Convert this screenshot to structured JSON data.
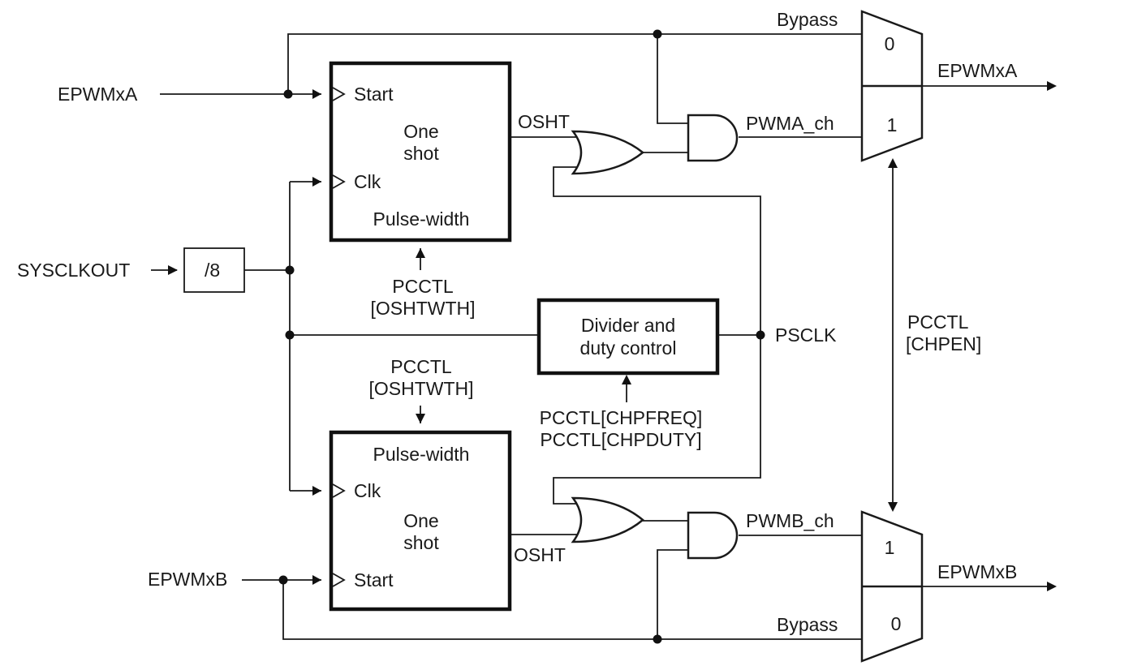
{
  "labels": {
    "epwmxa_in": "EPWMxA",
    "epwmxb_in": "EPWMxB",
    "sysclkout": "SYSCLKOUT",
    "div8": "/8",
    "start": "Start",
    "clk": "Clk",
    "one": "One",
    "shot": "shot",
    "pulse_width": "Pulse-width",
    "pcctl": "PCCTL",
    "oshtwth": "[OSHTWTH]",
    "osht": "OSHT",
    "divider_l1": "Divider and",
    "divider_l2": "duty control",
    "chpfreq": "PCCTL[CHPFREQ]",
    "chpduty": "PCCTL[CHPDUTY]",
    "psclk": "PSCLK",
    "pwma_ch": "PWMA_ch",
    "pwmb_ch": "PWMB_ch",
    "bypass": "Bypass",
    "mux_0": "0",
    "mux_1": "1",
    "epwmxa_out": "EPWMxA",
    "epwmxb_out": "EPWMxB",
    "chpen": "[CHPEN]"
  }
}
